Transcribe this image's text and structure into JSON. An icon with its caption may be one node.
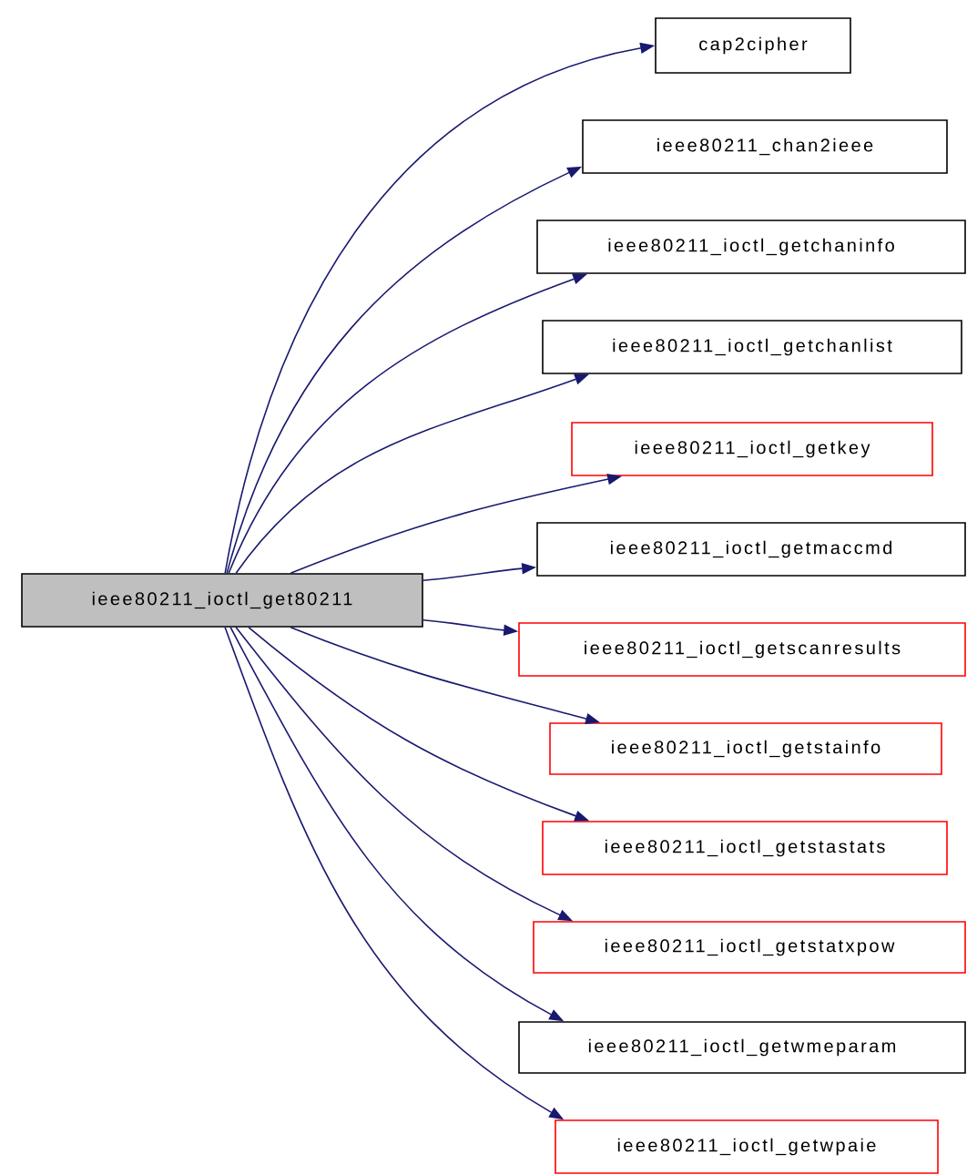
{
  "diagram": {
    "nodes": [
      {
        "text": [
          "ieee80211_ioctl_get80211"
        ]
      },
      {
        "text": [
          "cap2cipher"
        ]
      },
      {
        "text": [
          "ieee80211_chan2ieee"
        ]
      },
      {
        "text": [
          "ieee80211_ioctl_getchaninfo"
        ]
      },
      {
        "text": [
          "ieee80211_ioctl_getchanlist"
        ]
      },
      {
        "text": [
          "ieee80211_ioctl_getkey"
        ]
      },
      {
        "text": [
          "ieee80211_ioctl_getmaccmd"
        ]
      },
      {
        "text": [
          "ieee80211_ioctl_getscanresults"
        ]
      },
      {
        "text": [
          "ieee80211_ioctl_getstainfo"
        ]
      },
      {
        "text": [
          "ieee80211_ioctl_getstastats"
        ]
      },
      {
        "text": [
          "ieee80211_ioctl_getstatxpow"
        ]
      },
      {
        "text": [
          "ieee80211_ioctl_getwmeparam"
        ]
      },
      {
        "text": [
          "ieee80211_ioctl_getwpaie"
        ]
      }
    ],
    "edges": [
      {
        "from": 0,
        "to": 1,
        "arrow": "to"
      },
      {
        "from": 0,
        "to": 2,
        "arrow": "to"
      },
      {
        "from": 0,
        "to": 3,
        "arrow": "to"
      },
      {
        "from": 0,
        "to": 4,
        "arrow": "to"
      },
      {
        "from": 0,
        "to": 5,
        "arrow": "to"
      },
      {
        "from": 0,
        "to": 6,
        "arrow": "to"
      },
      {
        "from": 0,
        "to": 7,
        "arrow": "to"
      },
      {
        "from": 0,
        "to": 8,
        "arrow": "to"
      },
      {
        "from": 0,
        "to": 9,
        "arrow": "to"
      },
      {
        "from": 0,
        "to": 10,
        "arrow": "to"
      },
      {
        "from": 0,
        "to": 11,
        "arrow": "to"
      },
      {
        "from": 0,
        "to": 12,
        "arrow": "to"
      }
    ]
  }
}
